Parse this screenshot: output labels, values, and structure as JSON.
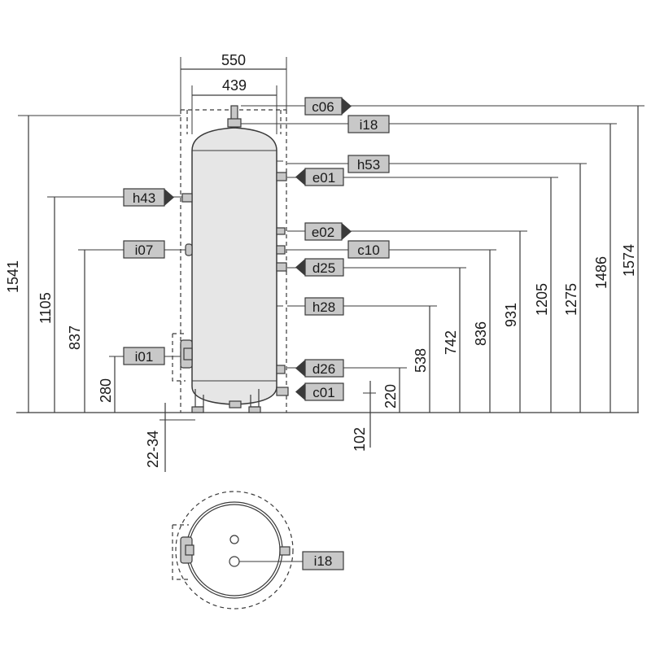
{
  "dimensions": {
    "width_outer": "550",
    "width_inner": "439",
    "h1541": "1541",
    "h1105": "1105",
    "h837": "837",
    "h280": "280",
    "h22_34": "22-34",
    "h102": "102",
    "h220": "220",
    "h538": "538",
    "h742": "742",
    "h836": "836",
    "h931": "931",
    "h1205": "1205",
    "h1275": "1275",
    "h1486": "1486",
    "h1574": "1574"
  },
  "tags": {
    "c06": "c06",
    "i18": "i18",
    "h53": "h53",
    "e01": "e01",
    "h43": "h43",
    "e02": "e02",
    "c10": "c10",
    "i07": "i07",
    "d25": "d25",
    "h28": "h28",
    "i01": "i01",
    "d26": "d26",
    "c01": "c01",
    "i18_top_view": "i18"
  }
}
